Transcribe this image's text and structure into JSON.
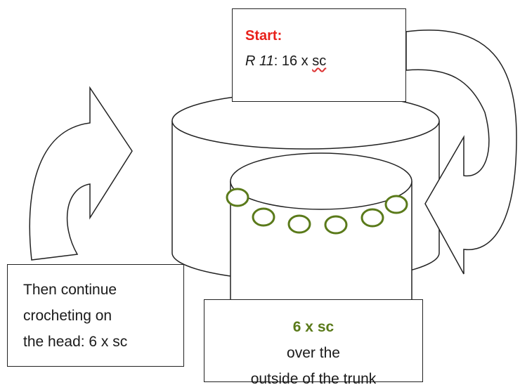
{
  "colors": {
    "outline": "#222222",
    "stitch_green": "#5a7a1a",
    "start_red": "#e8201a",
    "count_green": "#5a7a1a"
  },
  "start_box": {
    "title": "Start:",
    "row_label": "R 11",
    "row_text": ": 16 x ",
    "stitch": "sc"
  },
  "continue_box": {
    "lines": [
      "Then continue",
      "crocheting on",
      "the head: 6 x sc"
    ]
  },
  "trunk_box": {
    "count": "6 x sc",
    "line1_rest": " over the",
    "line2": "outside of the trunk"
  },
  "stitch_markers": 6
}
